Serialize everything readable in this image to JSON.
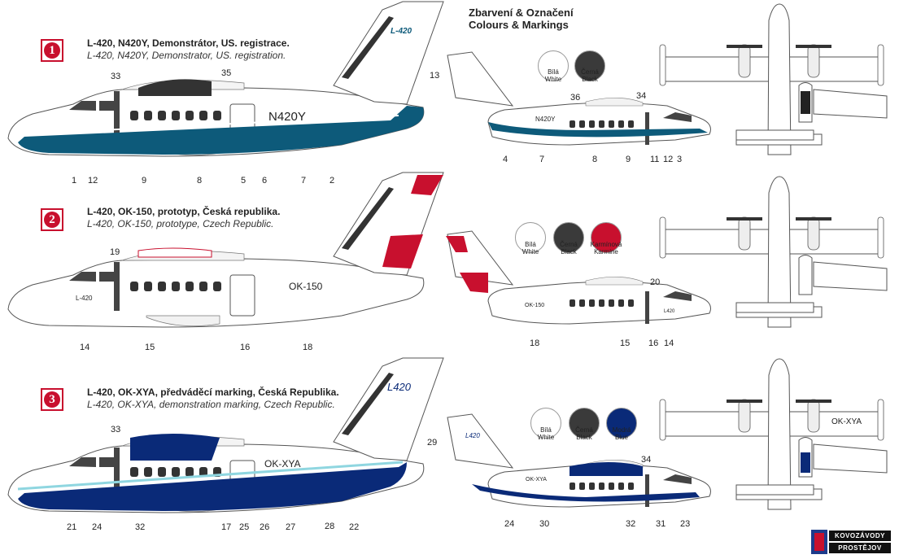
{
  "heading": {
    "line1": "Zbarvení & Označení",
    "line2": "Colours & Markings"
  },
  "colors": {
    "dark_blue": "#0d5a7a",
    "navy": "#0a2a78",
    "black": "#333333",
    "carmine": "#c8102e",
    "light_cyan": "#8fd6e0"
  },
  "schemes": [
    {
      "number": "1",
      "title_cz": "L-420, N420Y, Demonstrátor, US. registrace.",
      "title_en": "L-420, N420Y, Demonstrator, US. registration.",
      "registration": "N420Y",
      "tail": "L-420",
      "swatches": [
        {
          "label_cz": "Bílá",
          "label_en": "White",
          "color": "#ffffff"
        },
        {
          "label_cz": "Černá",
          "label_en": "Black",
          "color": "#3a3a3a"
        }
      ],
      "left_callouts": [
        "33",
        "35",
        "1",
        "12",
        "9",
        "8",
        "5",
        "6",
        "7",
        "2"
      ],
      "right_callouts": [
        "13",
        "36",
        "34",
        "4",
        "7",
        "8",
        "9",
        "11",
        "12",
        "3"
      ],
      "right_registration": "N420Y"
    },
    {
      "number": "2",
      "title_cz": "L-420, OK-150, prototyp, Česká republika.",
      "title_en": "L-420, OK-150, prototype, Czech Republic.",
      "registration": "OK-150",
      "nose_text": "L-420",
      "nose_text_right": "L420",
      "swatches": [
        {
          "label_cz": "Bílá",
          "label_en": "White",
          "color": "#ffffff"
        },
        {
          "label_cz": "Černá",
          "label_en": "Black",
          "color": "#3a3a3a"
        },
        {
          "label_cz": "Karmínová",
          "label_en": "Karmine",
          "color": "#c8102e"
        }
      ],
      "left_callouts": [
        "19",
        "14",
        "15",
        "16",
        "18"
      ],
      "right_callouts": [
        "20",
        "18",
        "15",
        "16",
        "14"
      ],
      "right_registration": "OK-150"
    },
    {
      "number": "3",
      "title_cz": "L-420, OK-XYA, předváděcí marking, Česká Republika.",
      "title_en": "L-420, OK-XYA, demonstration marking, Czech Republic.",
      "registration": "OK-XYA",
      "tail": "L420",
      "right_tail": "L420",
      "swatches": [
        {
          "label_cz": "Bílá",
          "label_en": "White",
          "color": "#ffffff"
        },
        {
          "label_cz": "Černá",
          "label_en": "Black",
          "color": "#3a3a3a"
        },
        {
          "label_cz": "Modrá",
          "label_en": "Blue",
          "color": "#0a2a78"
        }
      ],
      "left_callouts": [
        "33",
        "21",
        "24",
        "32",
        "17",
        "25",
        "26",
        "27",
        "28",
        "22"
      ],
      "right_callouts": [
        "29",
        "34",
        "24",
        "30",
        "32",
        "31",
        "23"
      ],
      "right_registration": "OK-XYA",
      "wing_registration": "OK-XYA"
    }
  ],
  "logo": {
    "line1": "KOVOZÁVODY",
    "line2": "PROSTĚJOV"
  }
}
